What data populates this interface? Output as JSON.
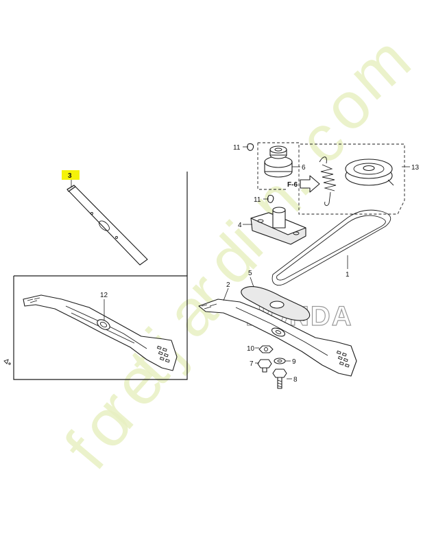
{
  "callouts": {
    "c1": "1",
    "c2": "2",
    "c3": "3",
    "c4": "4",
    "c5": "5",
    "c6": "6",
    "c7": "7",
    "c8": "8",
    "c9": "9",
    "c10": "10",
    "c11_top": "11",
    "c11_mid": "11",
    "c12": "12",
    "c13": "13",
    "ref_f6": "F-6"
  },
  "highlight_color": "#f4f20a",
  "watermark": {
    "letters": [
      "f",
      "o",
      "r",
      "e",
      "t",
      "j",
      "a",
      "r",
      "d",
      "i",
      "n",
      ".",
      "c",
      "o",
      "m"
    ],
    "color_main": "#e8f0c2",
    "color_accent": "#f6d8b6"
  },
  "logo": {
    "text": "HONDA"
  }
}
